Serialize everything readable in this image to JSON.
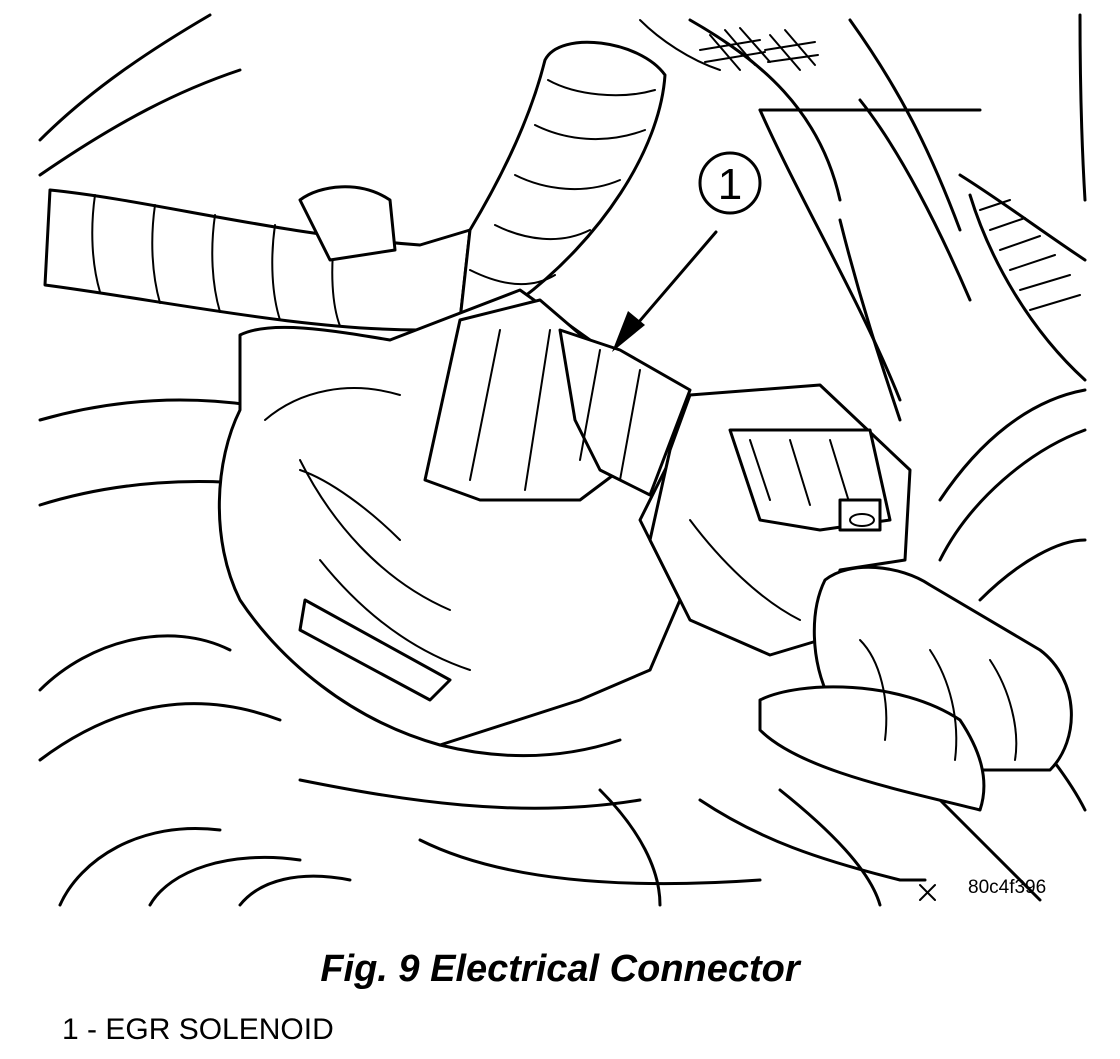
{
  "figure": {
    "caption": "Fig. 9 Electrical Connector",
    "image_code": "80c4f396"
  },
  "callouts": [
    {
      "number": "1"
    }
  ],
  "legend": [
    {
      "text": "1 - EGR SOLENOID"
    }
  ]
}
